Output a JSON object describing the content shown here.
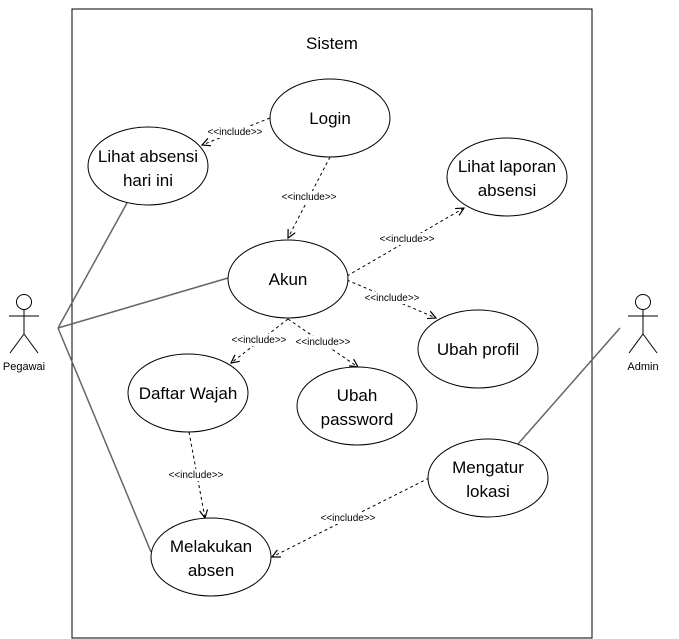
{
  "system": {
    "title": "Sistem"
  },
  "actors": {
    "pegawai": "Pegawai",
    "admin": "Admin"
  },
  "use_cases": {
    "login": [
      "Login"
    ],
    "lihat_absensi": [
      "Lihat absensi",
      "hari ini"
    ],
    "lihat_laporan": [
      "Lihat laporan",
      "absensi"
    ],
    "akun": [
      "Akun"
    ],
    "ubah_profil": [
      "Ubah profil"
    ],
    "daftar_wajah": [
      "Daftar Wajah"
    ],
    "ubah_password": [
      "Ubah",
      "password"
    ],
    "mengatur_lokasi": [
      "Mengatur",
      "lokasi"
    ],
    "melakukan_absen": [
      "Melakukan",
      "absen"
    ]
  },
  "relation_label": "<<include>>"
}
